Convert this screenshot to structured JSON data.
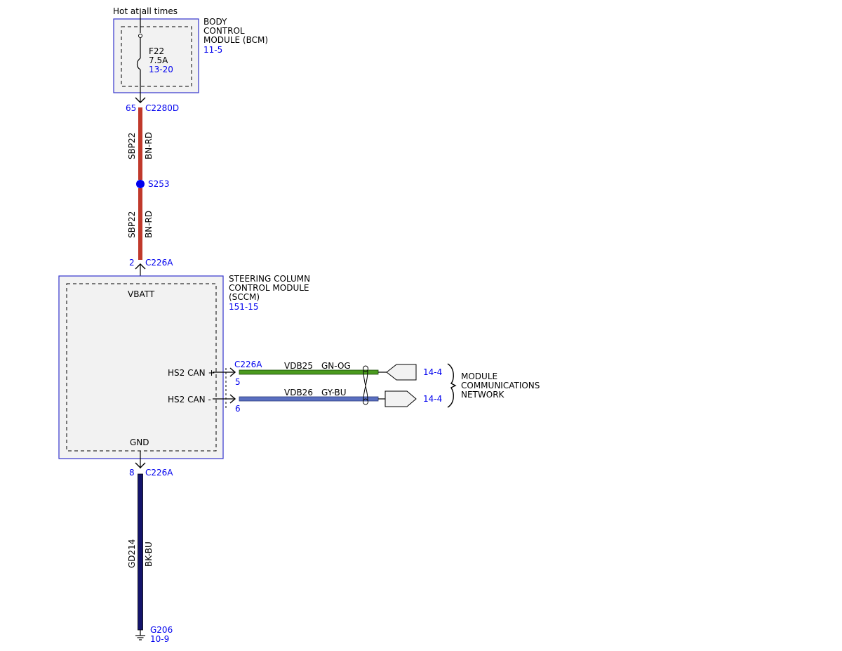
{
  "colors": {
    "module_border": "#3333cc",
    "module_fill": "#f2f2f2",
    "ref_text": "#0000ee",
    "wire_bn_rd": "#c0392b",
    "wire_gn_og": "#4a9a1e",
    "wire_gy_bu": "#5a6fc0",
    "wire_bk_bu": "#13136b",
    "splice": "#0000ee"
  },
  "power_source": "Hot at all times",
  "bcm": {
    "name_lines": [
      "BODY",
      "CONTROL",
      "MODULE (BCM)"
    ],
    "ref": "11-5",
    "fuse": {
      "id": "F22",
      "rating": "7.5A",
      "ref": "13-20"
    },
    "pin": "65",
    "connector": "C2280D"
  },
  "wire_upper": {
    "circuit": "SBP22",
    "color": "BN-RD"
  },
  "splice": {
    "id": "S253"
  },
  "wire_lower": {
    "circuit": "SBP22",
    "color": "BN-RD"
  },
  "sccm": {
    "name_lines": [
      "STEERING COLUMN",
      "CONTROL MODULE",
      "(SCCM)"
    ],
    "ref": "151-15",
    "vbatt_pin": "2",
    "vbatt_connector": "C226A",
    "vbatt_label": "VBATT",
    "can_plus_label": "HS2 CAN +",
    "can_minus_label": "HS2 CAN -",
    "can_connector": "C226A",
    "can_plus_pin": "5",
    "can_minus_pin": "6",
    "gnd_label": "GND",
    "gnd_pin": "8",
    "gnd_connector": "C226A"
  },
  "can_wires": [
    {
      "circuit": "VDB25",
      "color": "GN-OG",
      "ref": "14-4"
    },
    {
      "circuit": "VDB26",
      "color": "GY-BU",
      "ref": "14-4"
    }
  ],
  "network": {
    "name_lines": [
      "MODULE",
      "COMMUNICATIONS",
      "NETWORK"
    ]
  },
  "ground_wire": {
    "circuit": "GD214",
    "color": "BK-BU"
  },
  "ground": {
    "id": "G206",
    "ref": "10-9"
  }
}
